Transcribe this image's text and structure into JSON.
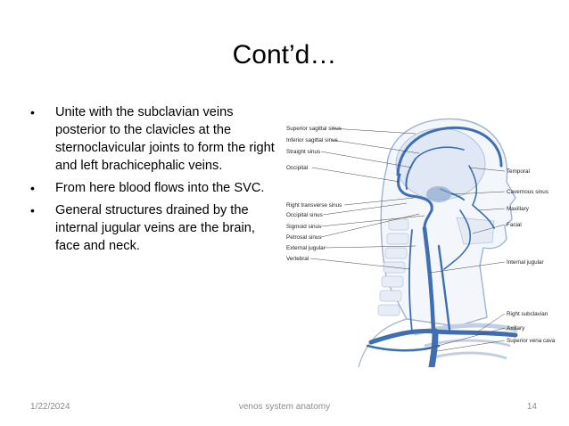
{
  "slide": {
    "title": "Cont’d…",
    "bullet_char": "•",
    "bullets": [
      "Unite with the subclavian veins posterior to the clavicles at the sternoclavicular joints to form the right and left brachicephalic veins.",
      "From here blood flows into the SVC.",
      "General structures drained by the internal jugular veins are the brain, face and neck."
    ]
  },
  "figure": {
    "labels_left": [
      "Superior sagittal sinus",
      "Inferior sagittal sinus",
      "Straight sinus",
      "Occipital",
      "Right transverse sinus",
      "Occipital sinus",
      "Sigmoid sinus",
      "Petrosal sinus",
      "External jugular",
      "Vertebral"
    ],
    "labels_right": [
      "Temporal",
      "Cavernous sinus",
      "Maxillary",
      "Facial",
      "Internal jugular",
      "Right subclavian",
      "Axillary",
      "Superior vena cava"
    ],
    "colors": {
      "vein": "#3f6fb0",
      "vein_light": "#aec3e2",
      "outline": "#8aa3c6",
      "bone": "#c9d5e6"
    }
  },
  "footer": {
    "date": "1/22/2024",
    "topic": "venos system anatomy",
    "page": "14"
  }
}
